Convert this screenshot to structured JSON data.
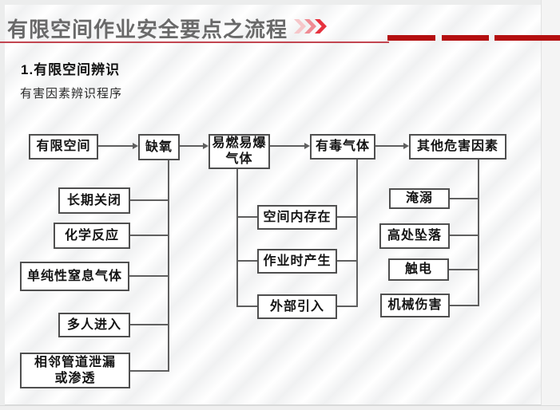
{
  "header": {
    "title": "有限空间作业安全要点之流程"
  },
  "section": {
    "heading": "1.有限空间辨识",
    "subheading": "有害因素辨识程序"
  },
  "flowchart": {
    "main_nodes": {
      "confined_space": "有限空间",
      "oxygen_deficiency": "缺氧",
      "flammable_gas_line1": "易燃易爆",
      "flammable_gas_line2": "气体",
      "toxic_gas": "有毒气体",
      "other_hazards": "其他危害因素"
    },
    "oxygen_causes": {
      "long_closed": "长期关闭",
      "chemical_reaction": "化学反应",
      "simple_asphyxiant_gas": "单纯性窒息气体",
      "multiple_entry": "多人进入",
      "adjacent_pipe_leak_line1": "相邻管道泄漏",
      "adjacent_pipe_leak_line2": "或渗透"
    },
    "gas_sources": {
      "existing_in_space": "空间内存在",
      "produced_during_work": "作业时产生",
      "external_introduction": "外部引入"
    },
    "other_hazard_items": {
      "drowning": "淹溺",
      "fall_from_height": "高处坠落",
      "electric_shock": "触电",
      "mechanical_injury": "机械伤害"
    }
  },
  "colors": {
    "accent_red": "#b40f10",
    "underline_red": "#c24550",
    "title_gray": "#696969",
    "box_border": "#4f4f4f",
    "connector_gray": "#5f5f5f"
  }
}
